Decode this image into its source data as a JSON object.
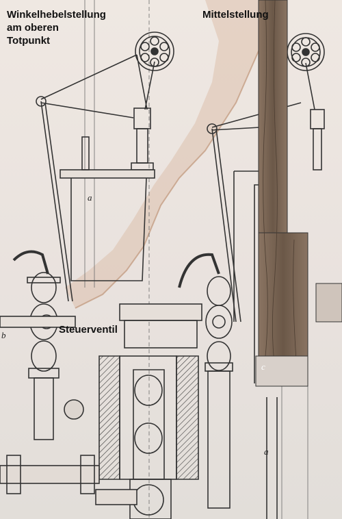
{
  "labels": {
    "left_title_line1": "Winkelhebelstellung",
    "left_title_line2": "am oberen",
    "left_title_line3": "Totpunkt",
    "right_title": "Mittelstellung",
    "valve_label": "Steuerventil"
  },
  "part_letters": {
    "cylinder_a": "a",
    "rod_a": "a",
    "piston_c": "c",
    "edge_b": "b"
  },
  "colors": {
    "paper": "#ede6e0",
    "ink": "#3a3a3a",
    "wood": "#6e5a48",
    "stain": "#b98a6a"
  }
}
